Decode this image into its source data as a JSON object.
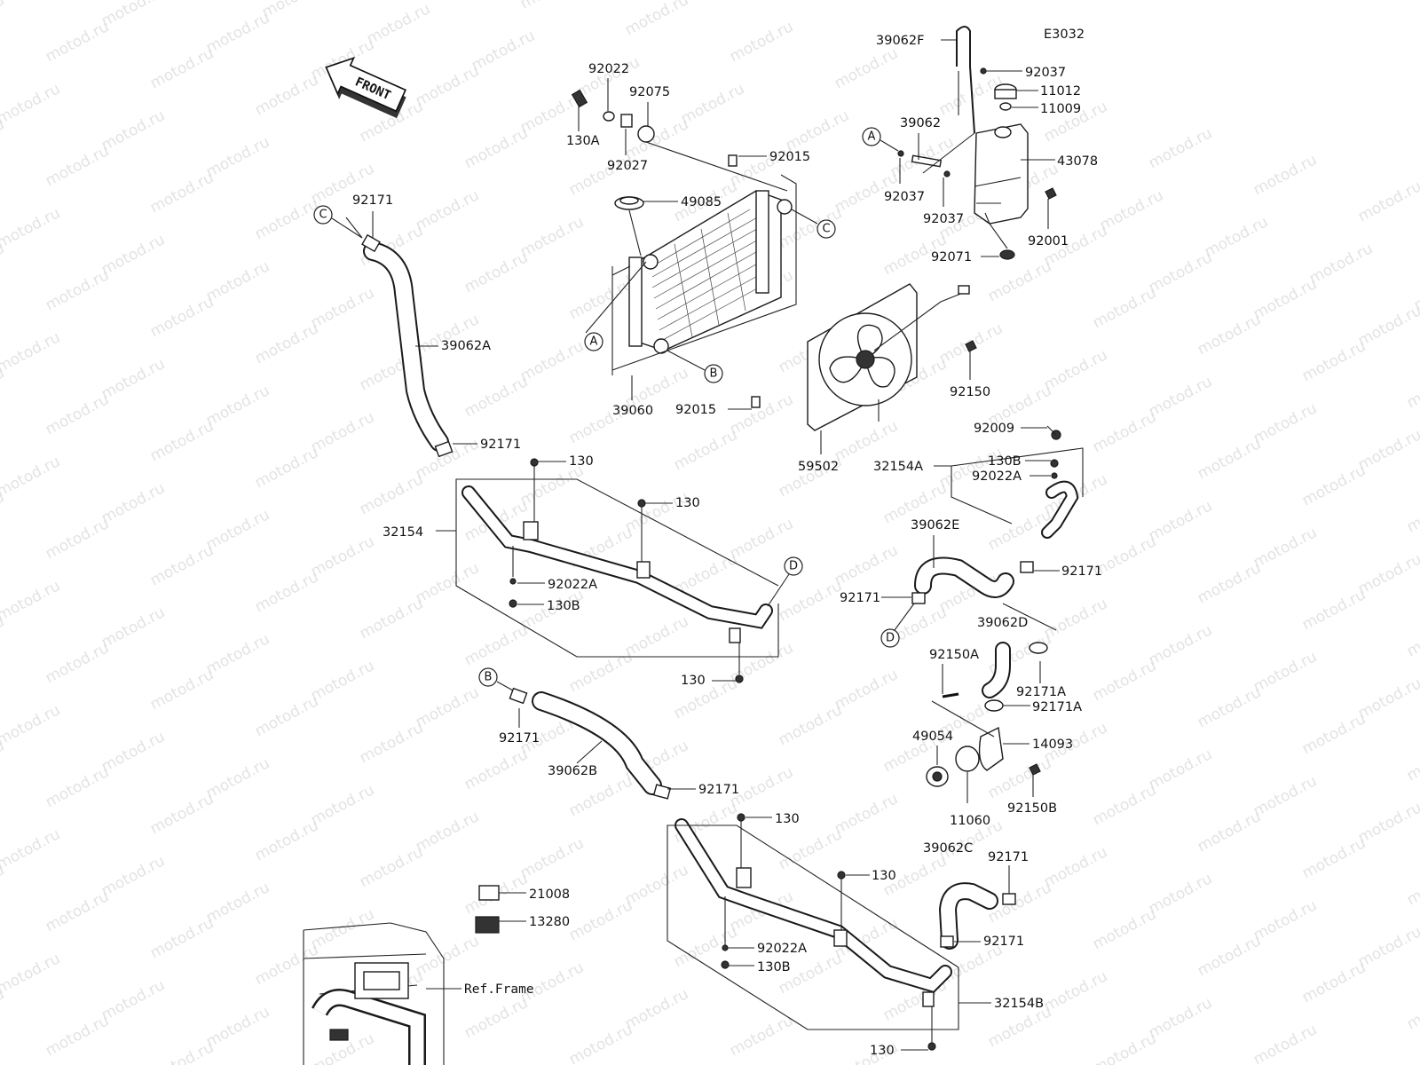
{
  "diagram_code": "E3032",
  "front_label": "FRONT",
  "watermark_text": "motod.ru",
  "ref_frame_label": "Ref.Frame",
  "callouts": [
    "A",
    "B",
    "C",
    "D"
  ],
  "part_labels": {
    "p39062F": "39062F",
    "p92037_top": "92037",
    "p11012": "11012",
    "p11009": "11009",
    "p43078": "43078",
    "p39062": "39062",
    "p92037_a": "92037",
    "p92037_b": "92037",
    "p92001": "92001",
    "p92071": "92071",
    "p92022": "92022",
    "p92075": "92075",
    "p130A": "130A",
    "p92027": "92027",
    "p92015_top": "92015",
    "p49085": "49085",
    "p39060": "39060",
    "p92015_bot": "92015",
    "p92150": "92150",
    "p59502": "59502",
    "p92171_c": "92171",
    "p39062A": "39062A",
    "p92171_a": "92171",
    "p130_1": "130",
    "p130_2": "130",
    "p32154": "32154",
    "p92022A_1": "92022A",
    "p130B_1": "130B",
    "p130_3": "130",
    "p92009": "92009",
    "p32154A": "32154A",
    "p130B_2": "130B",
    "p92022A_2": "92022A",
    "p39062E": "39062E",
    "p92171_e1": "92171",
    "p92171_e2": "92171",
    "p39062D": "39062D",
    "p92150A": "92150A",
    "p92171A_1": "92171A",
    "p92171A_2": "92171A",
    "p49054": "49054",
    "p14093": "14093",
    "p11060": "11060",
    "p92150B": "92150B",
    "p92171_b": "92171",
    "p39062B": "39062B",
    "p92171_b2": "92171",
    "p130_4": "130",
    "p130_5": "130",
    "p39062C": "39062C",
    "p92171_c1": "92171",
    "p92171_c2": "92171",
    "p21008": "21008",
    "p13280": "13280",
    "p92022A_3": "92022A",
    "p130B_3": "130B",
    "p32154B": "32154B",
    "p130_6": "130"
  }
}
